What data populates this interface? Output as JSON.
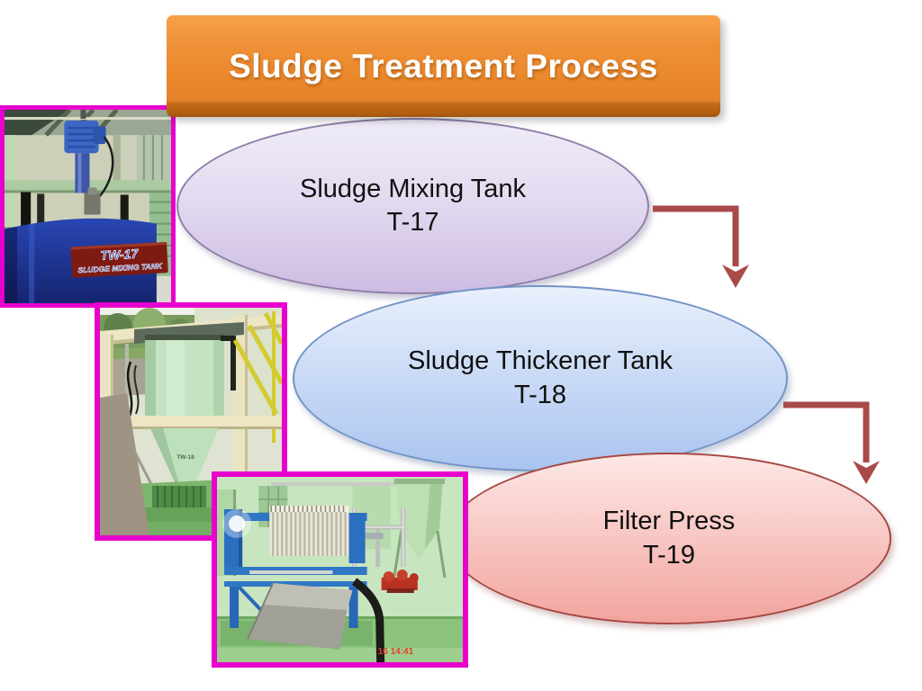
{
  "header": {
    "title": "Sludge Treatment Process"
  },
  "diagram": {
    "steps": [
      {
        "label": "Sludge Mixing Tank",
        "tag": "T-17"
      },
      {
        "label": "Sludge Thickener Tank",
        "tag": "T-18"
      },
      {
        "label": "Filter Press",
        "tag": "T-19"
      }
    ],
    "connections": [
      {
        "from": "T-17",
        "to": "T-18"
      },
      {
        "from": "T-18",
        "to": "T-19"
      }
    ]
  },
  "photos": [
    {
      "sign_line1": "TW-17",
      "sign_line2": "SLUDGE MIXING TANK"
    },
    {
      "tank_label": "TW-18"
    },
    {
      "timestamp": "16 14:41"
    }
  ],
  "colors": {
    "banner_orange": "#EA882C",
    "banner_orange_dark": "#B05E12",
    "ellipse_purple_fill": "#CDBCE2",
    "ellipse_purple_border": "#8F7EA8",
    "ellipse_blue_fill": "#AAC4EF",
    "ellipse_blue_border": "#7293C5",
    "ellipse_pink_fill": "#F2A49E",
    "ellipse_pink_border": "#A54742",
    "arrow_red": "#A84A48",
    "photo_border_magenta": "#E800CE",
    "background": "#FFFFFF"
  }
}
